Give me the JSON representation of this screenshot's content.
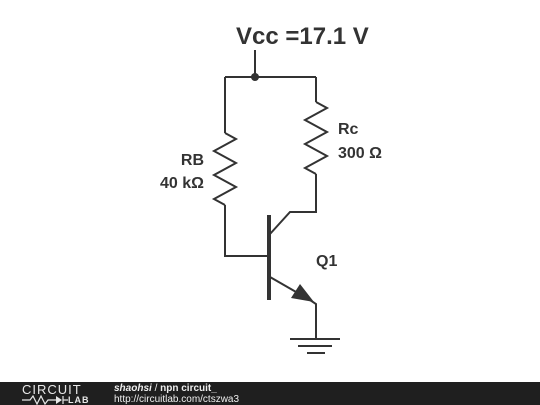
{
  "circuit": {
    "supply_label": "Vcc =17.1 V",
    "rb_name": "RB",
    "rb_value": "40 kΩ",
    "rc_name": "Rc",
    "rc_value": "300 Ω",
    "transistor_name": "Q1"
  },
  "footer": {
    "logo_top": "CIRCUIT",
    "logo_bottom": "LAB",
    "author": "shaohsi",
    "separator": " / ",
    "title": "npn circuit_",
    "url": "http://circuitlab.com/ctszwa3"
  },
  "colors": {
    "wire": "#333333",
    "footer_bg": "#1f1f1f",
    "footer_text": "#f0f0f0"
  }
}
